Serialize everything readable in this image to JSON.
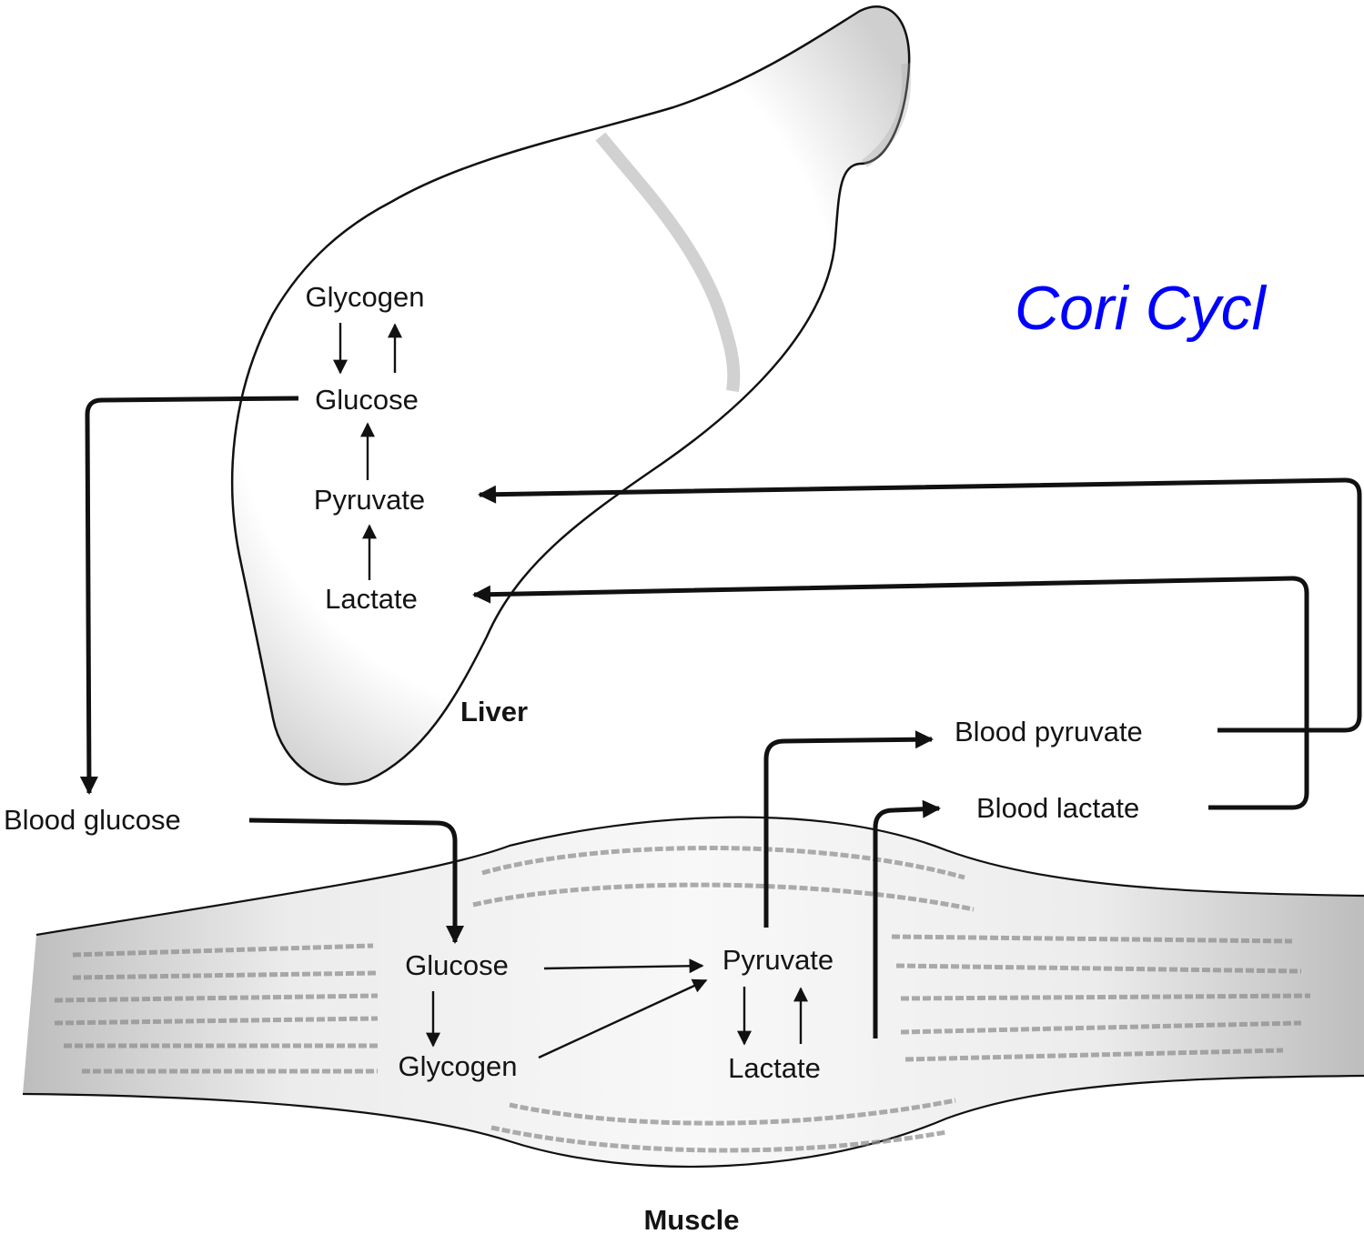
{
  "title": "Cori Cycl",
  "colors": {
    "title": "#0000FF",
    "ink": "#141414",
    "background": "#FFFFFF",
    "muscle_shading": "#8A8A8A"
  },
  "liver": {
    "label": "Liver",
    "glycogen": "Glycogen",
    "glucose": "Glucose",
    "pyruvate": "Pyruvate",
    "lactate": "Lactate"
  },
  "blood": {
    "glucose": "Blood glucose",
    "pyruvate": "Blood pyruvate",
    "lactate": "Blood lactate"
  },
  "muscle": {
    "label": "Muscle",
    "glucose": "Glucose",
    "glycogen": "Glycogen",
    "pyruvate": "Pyruvate",
    "lactate": "Lactate"
  }
}
